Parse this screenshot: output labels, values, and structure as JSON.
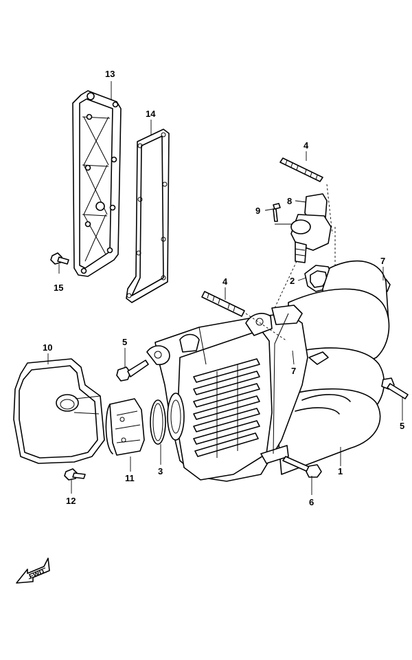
{
  "callouts": [
    {
      "id": "c13",
      "text": "13"
    },
    {
      "id": "c14",
      "text": "14"
    },
    {
      "id": "c4a",
      "text": "4"
    },
    {
      "id": "c8",
      "text": "8"
    },
    {
      "id": "c9",
      "text": "9"
    },
    {
      "id": "c7a",
      "text": "7"
    },
    {
      "id": "c2",
      "text": "2"
    },
    {
      "id": "c4b",
      "text": "4"
    },
    {
      "id": "c15",
      "text": "15"
    },
    {
      "id": "c10",
      "text": "10"
    },
    {
      "id": "c5a",
      "text": "5"
    },
    {
      "id": "c7b",
      "text": "7"
    },
    {
      "id": "c5b",
      "text": "5"
    },
    {
      "id": "c1",
      "text": "1"
    },
    {
      "id": "c3",
      "text": "3"
    },
    {
      "id": "c11",
      "text": "11"
    },
    {
      "id": "c12",
      "text": "12"
    },
    {
      "id": "c6",
      "text": "6"
    }
  ],
  "direction_arrow": {
    "text": "FWD",
    "icon": "fwd-arrow-icon"
  }
}
